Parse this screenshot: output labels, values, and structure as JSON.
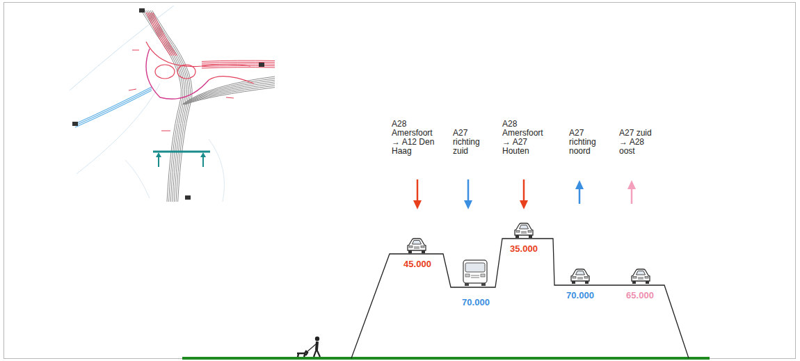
{
  "diagram": {
    "labels": [
      "A28 Amersfoort → A12 Den Haag",
      "A27 richting zuid",
      "A28 Amersfoort → A27 Houten",
      "A27 richting noord",
      "A27 zuid → A28 oost",
      "45.000",
      "70.000",
      "35.000",
      "70.000",
      "65.000"
    ]
  }
}
